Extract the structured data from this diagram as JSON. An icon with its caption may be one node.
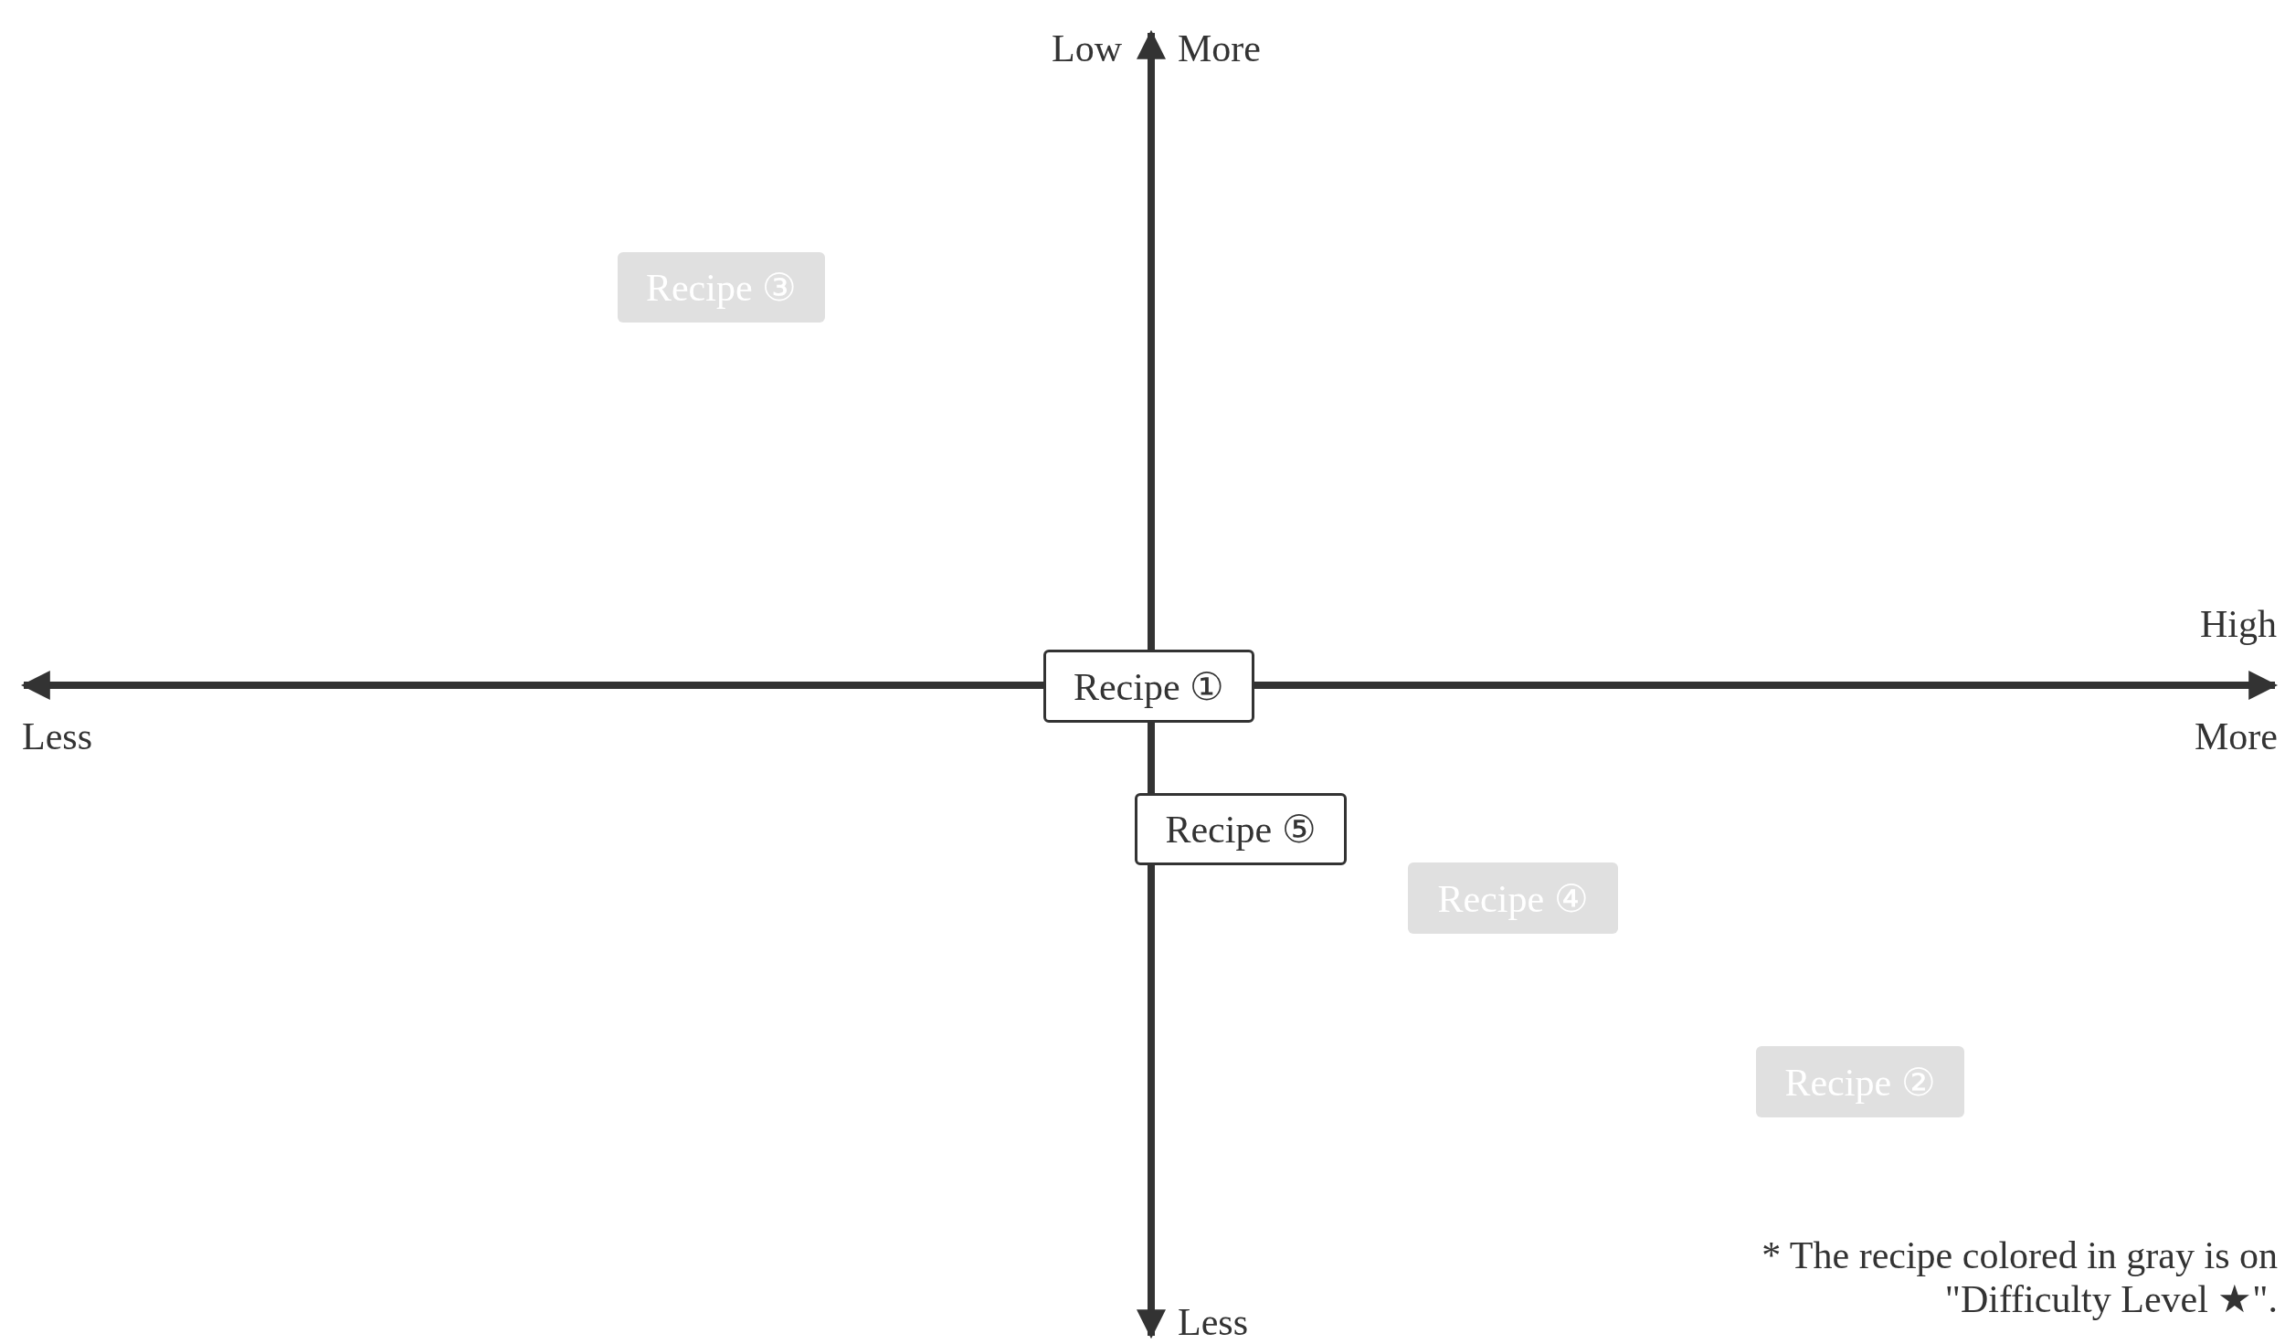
{
  "diagram": {
    "nodes": [
      {
        "text": [
          "Recipe ③"
        ]
      },
      {
        "text": [
          "Recipe ①"
        ]
      },
      {
        "text": [
          "Recipe ⑤"
        ]
      },
      {
        "text": [
          "Recipe ④"
        ]
      },
      {
        "text": [
          "Recipe ②"
        ]
      }
    ],
    "labels": [
      "Low",
      "More",
      "High",
      "Less",
      "More",
      "Less",
      "* The recipe colored in gray is on \"Difficulty Level ★\"."
    ]
  }
}
